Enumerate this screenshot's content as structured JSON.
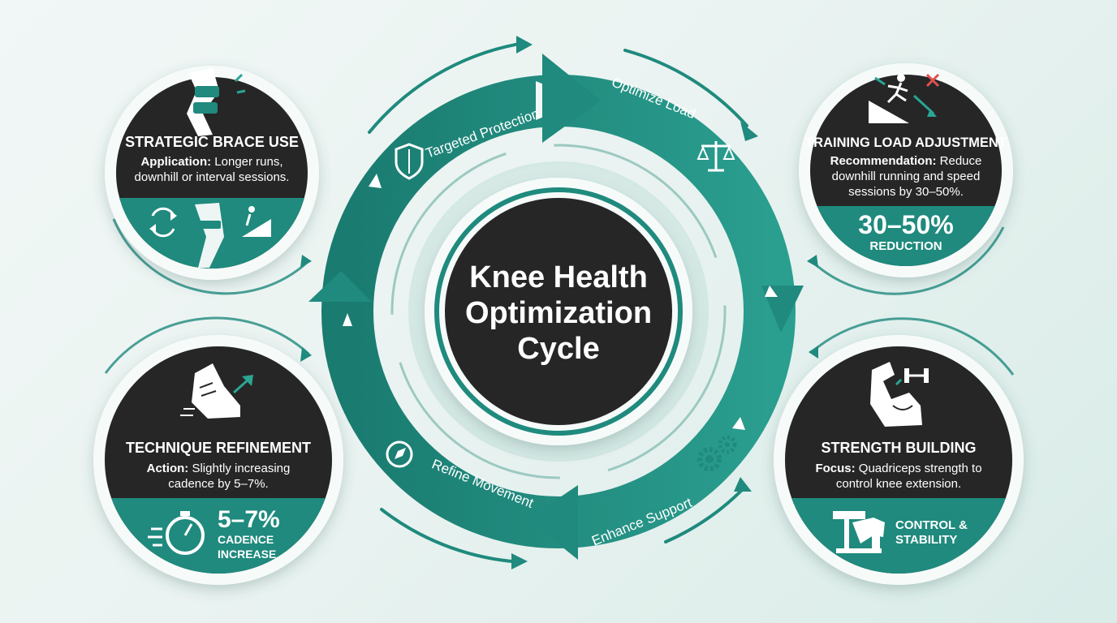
{
  "center": {
    "line1": "Knee Health",
    "line2": "Optimization",
    "line3": "Cycle"
  },
  "cycle_labels": {
    "top_left": "Targeted Protection",
    "top_right": "Optimize Load",
    "bottom_right": "Enhance Support",
    "bottom_left": "Refine Movement"
  },
  "cards": {
    "brace": {
      "title": "STRATEGIC BRACE USE",
      "label": "Application:",
      "line1_rest": " Longer runs,",
      "line2": "downhill or interval sessions."
    },
    "load": {
      "title": "TRAINING LOAD ADJUSTMENT",
      "label": "Recommendation:",
      "line1_rest": " Reduce",
      "line2": "downhill running and speed",
      "line3": "sessions by 30–50%.",
      "big": "30–50%",
      "small": "REDUCTION"
    },
    "technique": {
      "title": "TECHNIQUE REFINEMENT",
      "label": "Action:",
      "line1_rest": " Slightly increasing",
      "line2": "cadence by 5–7%.",
      "big": "5–7%",
      "small1": "CADENCE",
      "small2": "INCREASE"
    },
    "strength": {
      "title": "STRENGTH BUILDING",
      "label": "Focus:",
      "line1_rest": " Quadriceps strength to",
      "line2": "control knee extension.",
      "small1": "CONTROL &",
      "small2": "STABILITY"
    }
  },
  "colors": {
    "teal": "#1f8a7d",
    "teal_dark": "#16665c",
    "dark": "#262626",
    "white": "#ffffff"
  },
  "icons": {
    "brace": "knee-brace-icon",
    "load": "downhill-runner-icon",
    "technique": "running-shoe-icon",
    "strength": "flexed-arm-icon",
    "protection": "shield-icon",
    "load_cycle": "balance-scale-icon",
    "support": "gears-icon",
    "movement": "compass-icon"
  }
}
